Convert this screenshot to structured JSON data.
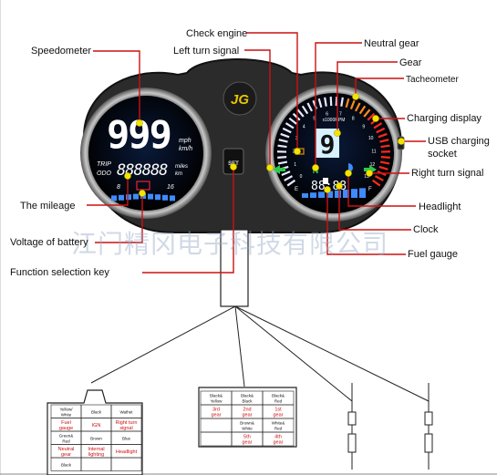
{
  "colors": {
    "leader_line": "#cc1111",
    "dot": "#f4e400",
    "lcd_white": "#ffffff",
    "lcd_blue": "#3e8cff",
    "connector_text": "#cc1111"
  },
  "labels": {
    "speedometer": "Speedometer",
    "check_engine": "Check engine",
    "left_turn_signal": "Left turn signal",
    "neutral_gear": "Neutral gear",
    "gear": "Gear",
    "tacheometer": "Tacheometer",
    "charging_display": "Charging display",
    "usb_socket_line1": "USB charging",
    "usb_socket_line2": "socket",
    "right_turn_signal": "Right turn signal",
    "the_mileage": "The mileage",
    "headlight": "Headlight",
    "voltage_of_battery": "Voltage of battery",
    "clock": "Clock",
    "fuel_gauge": "Fuel gauge",
    "function_selection_key": "Function selection key"
  },
  "watermark": "江门精冈电子科技有限公司",
  "display": {
    "speed": "999",
    "speed_unit_1": "mph",
    "speed_unit_2": "km/h",
    "trip": "TRIP",
    "odo": "ODO",
    "odometer": "888888",
    "dist_unit_1": "miles",
    "dist_unit_2": "km",
    "volt_lo": "8",
    "volt_hi": "16",
    "set_key": "SET",
    "logo": "JG",
    "rpm_label": "x1000RPM",
    "gear_digit": "9",
    "neutral": "N",
    "clock_digits": "88:88",
    "fuel_e": "E",
    "fuel_f": "F",
    "tacho_ticks": [
      "0",
      "1",
      "2",
      "3",
      "4",
      "5",
      "6",
      "7",
      "8",
      "9",
      "10",
      "11",
      "12",
      "13"
    ]
  },
  "connector_left": {
    "rows": [
      [
        "Yellow/\nWhite",
        "Black",
        "Wathet"
      ],
      [
        "Fuel\ngauge",
        "IGN",
        "Right turn\nsignal"
      ],
      [
        "Green&\nRed",
        "Brown",
        "Blue"
      ],
      [
        "Neutral\ngear",
        "Internal\nlighting",
        "Headlight"
      ],
      [
        "Black",
        "",
        ""
      ]
    ]
  },
  "connector_right": {
    "rows": [
      [
        "Black&\nYellow",
        "Black&\nBlack",
        "Black&\nRed"
      ],
      [
        "3rd\ngear",
        "2nd\ngear",
        "1st\ngear"
      ],
      [
        "",
        "Brown&\nWhite",
        "White&\nRed"
      ],
      [
        "",
        "5th\ngear",
        "4th\ngear"
      ]
    ]
  }
}
